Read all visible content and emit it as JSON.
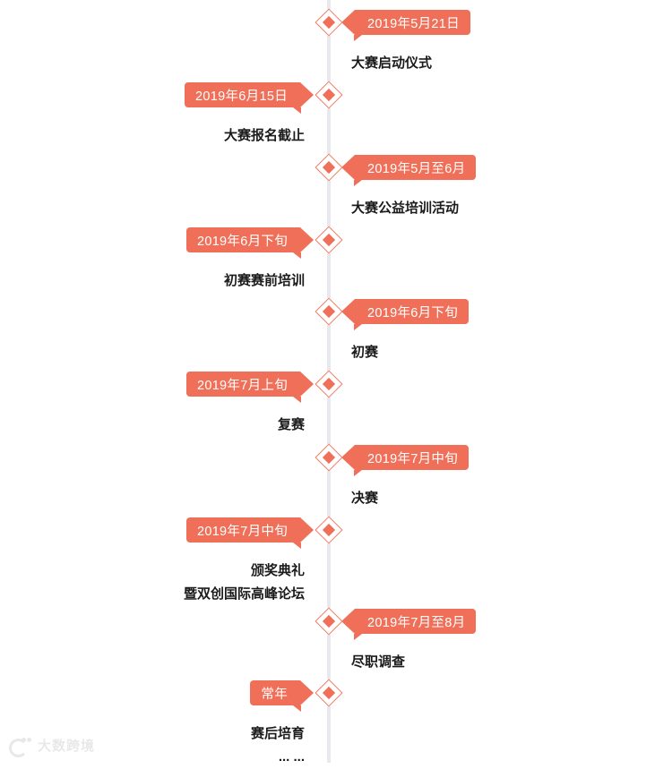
{
  "timeline": {
    "accent_color": "#ef6f58",
    "axis_color": "#e8e9ee",
    "text_color": "#1b1b1b",
    "items": [
      {
        "side": "right",
        "badge": "2019年5月21日",
        "lines": [
          "大赛启动仪式"
        ],
        "marker": "diamond-marker"
      },
      {
        "side": "left",
        "badge": "2019年6月15日",
        "lines": [
          "大赛报名截止"
        ],
        "marker": "diamond-marker"
      },
      {
        "side": "right",
        "badge": "2019年5月至6月",
        "lines": [
          "大赛公益培训活动"
        ],
        "marker": "diamond-marker"
      },
      {
        "side": "left",
        "badge": "2019年6月下旬",
        "lines": [
          "初赛赛前培训"
        ],
        "marker": "diamond-marker"
      },
      {
        "side": "right",
        "badge": "2019年6月下旬",
        "lines": [
          "初赛"
        ],
        "marker": "diamond-marker"
      },
      {
        "side": "left",
        "badge": "2019年7月上旬",
        "lines": [
          "复赛"
        ],
        "marker": "diamond-marker"
      },
      {
        "side": "right",
        "badge": "2019年7月中旬",
        "lines": [
          "决赛"
        ],
        "marker": "diamond-marker"
      },
      {
        "side": "left",
        "badge": "2019年7月中旬",
        "lines": [
          "颁奖典礼",
          "暨双创国际高峰论坛"
        ],
        "marker": "diamond-marker"
      },
      {
        "side": "right",
        "badge": "2019年7月至8月",
        "lines": [
          "尽职调查"
        ],
        "marker": "diamond-marker"
      },
      {
        "side": "left",
        "badge": "常年",
        "lines": [
          "赛后培育",
          "... ..."
        ],
        "marker": "diamond-marker"
      }
    ]
  },
  "watermark": {
    "text": "大数跨境",
    "logo": "wm-logo-icon"
  }
}
